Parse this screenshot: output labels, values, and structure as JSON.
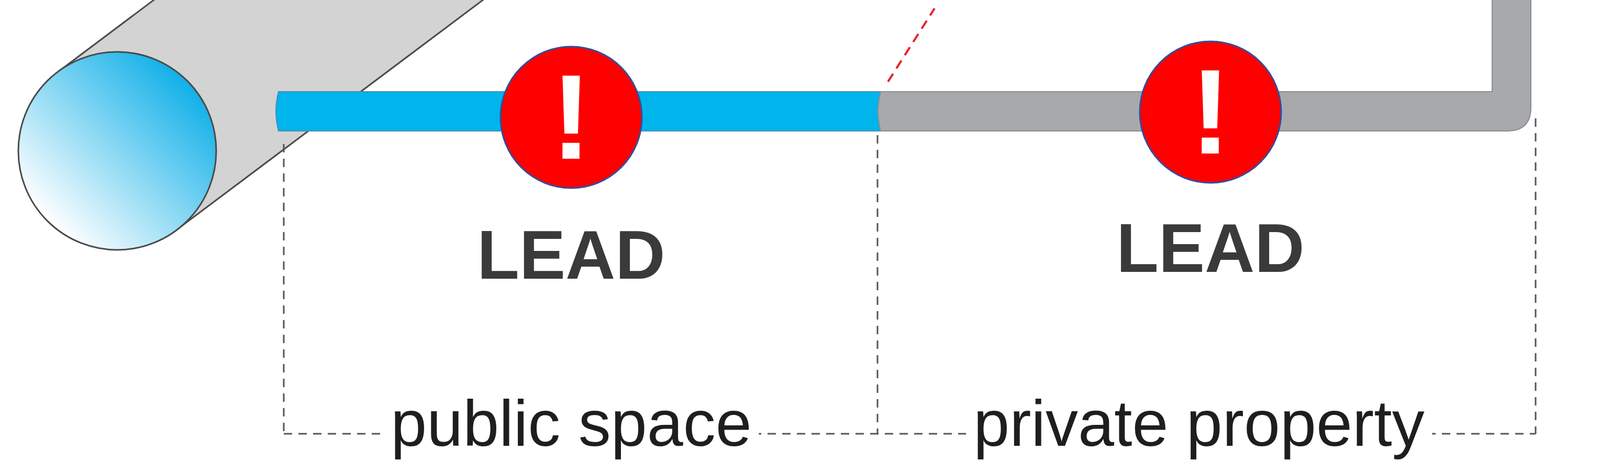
{
  "diagram": {
    "nodes": [
      {
        "text": [
          "!"
        ]
      },
      {
        "text": [
          "!"
        ]
      }
    ],
    "labels": [
      "LEAD",
      "LEAD",
      "public space",
      "private property"
    ]
  }
}
